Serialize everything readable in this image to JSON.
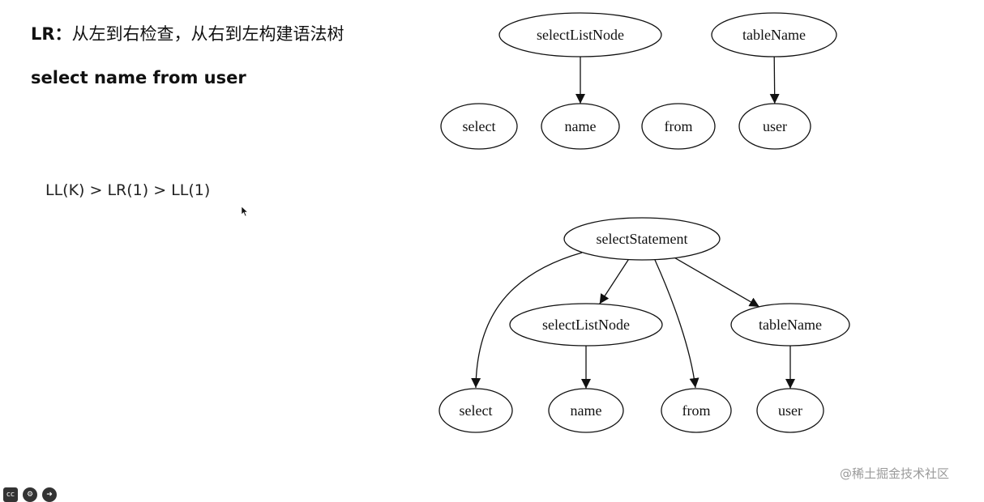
{
  "heading": {
    "prefix": "LR：",
    "text": "从左到右检查，从右到左构建语法树"
  },
  "query": "select name from user",
  "precedence": "LL(K) > LR(1) > LL(1)",
  "watermark": "@稀土掘金技术社区",
  "player_icons": [
    "cc-icon",
    "settings-icon",
    "next-icon"
  ],
  "colors": {
    "stroke": "#111111",
    "watermark": "#9a9a9a"
  },
  "diagrams": [
    {
      "id": "partial-build",
      "nodes": [
        {
          "id": "a_selectListNode",
          "label": "selectListNode"
        },
        {
          "id": "a_tableName",
          "label": "tableName"
        },
        {
          "id": "a_select",
          "label": "select"
        },
        {
          "id": "a_name",
          "label": "name"
        },
        {
          "id": "a_from",
          "label": "from"
        },
        {
          "id": "a_user",
          "label": "user"
        }
      ],
      "edges": [
        {
          "from": "a_selectListNode",
          "to": "a_name"
        },
        {
          "from": "a_tableName",
          "to": "a_user"
        }
      ]
    },
    {
      "id": "full-tree",
      "nodes": [
        {
          "id": "b_selectStatement",
          "label": "selectStatement"
        },
        {
          "id": "b_selectListNode",
          "label": "selectListNode"
        },
        {
          "id": "b_tableName",
          "label": "tableName"
        },
        {
          "id": "b_select",
          "label": "select"
        },
        {
          "id": "b_name",
          "label": "name"
        },
        {
          "id": "b_from",
          "label": "from"
        },
        {
          "id": "b_user",
          "label": "user"
        }
      ],
      "edges": [
        {
          "from": "b_selectStatement",
          "to": "b_select"
        },
        {
          "from": "b_selectStatement",
          "to": "b_selectListNode"
        },
        {
          "from": "b_selectStatement",
          "to": "b_from"
        },
        {
          "from": "b_selectStatement",
          "to": "b_tableName"
        },
        {
          "from": "b_selectListNode",
          "to": "b_name"
        },
        {
          "from": "b_tableName",
          "to": "b_user"
        }
      ]
    }
  ]
}
